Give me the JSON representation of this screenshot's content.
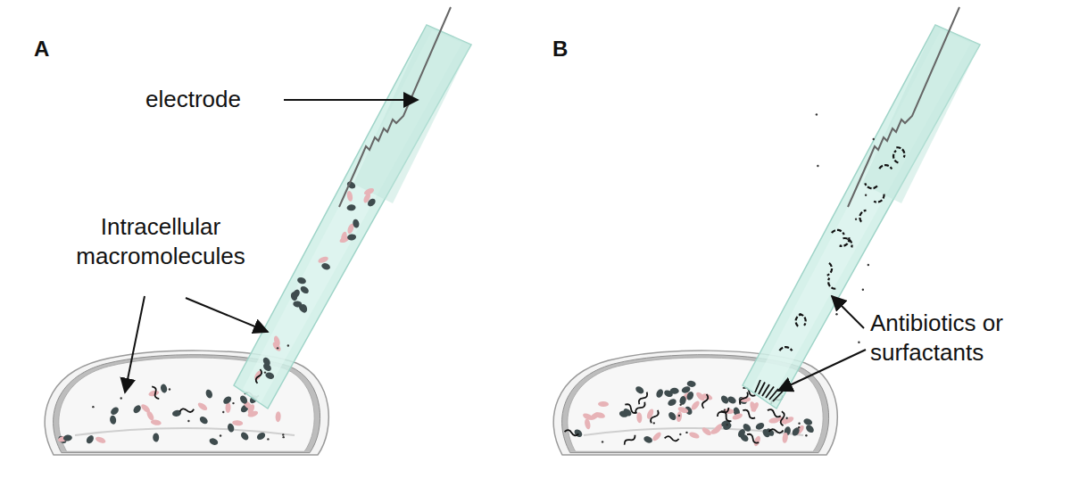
{
  "diagram": {
    "labels": [
      "A",
      "electrode",
      "Intracellular macromolecules",
      "B",
      "Antibiotics or surfactants"
    ]
  }
}
